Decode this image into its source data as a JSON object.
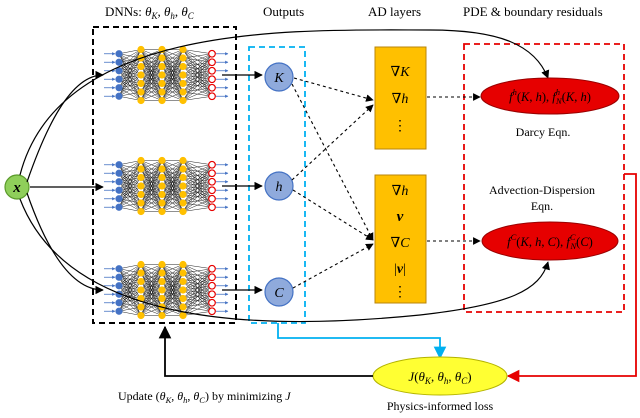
{
  "headers": {
    "dnns": "DNNs: θK, θh, θC",
    "outputs": "Outputs",
    "ad_layers": "AD layers",
    "pde_residuals": "PDE & boundary residuals"
  },
  "input_node": "x",
  "output_nodes": [
    "K",
    "h",
    "C"
  ],
  "ad_layer_top": [
    "∇K",
    "∇h",
    "⋮"
  ],
  "ad_layer_bottom": [
    "∇h",
    "v",
    "∇C",
    "|v|",
    "⋮"
  ],
  "residual_top": "f h(K, h), f hN(K, h)",
  "residual_bottom": "f C(K, h, C), f CN(C)",
  "labels": {
    "darcy": "Darcy Eqn.",
    "adv_disp_1": "Advection-Dispersion",
    "adv_disp_2": "Eqn.",
    "loss": "J(θK, θh, θC)",
    "physics_loss": "Physics-informed loss",
    "update": "Update (θK, θh, θC) by minimizing J"
  },
  "colors": {
    "input_fill": "#8fcf5a",
    "output_fill": "#8faadc",
    "ad_fill": "#ffc000",
    "residual_fill": "#e60000",
    "loss_fill": "#ffff33",
    "net_input": "#4472c4",
    "net_hidden": "#ffc000",
    "net_output": "#e60000",
    "dashed_black": "#000000",
    "dashed_blue": "#00b0f0",
    "dashed_red": "#e60000",
    "cyan_line": "#00b0f0",
    "red_line": "#e60000"
  }
}
